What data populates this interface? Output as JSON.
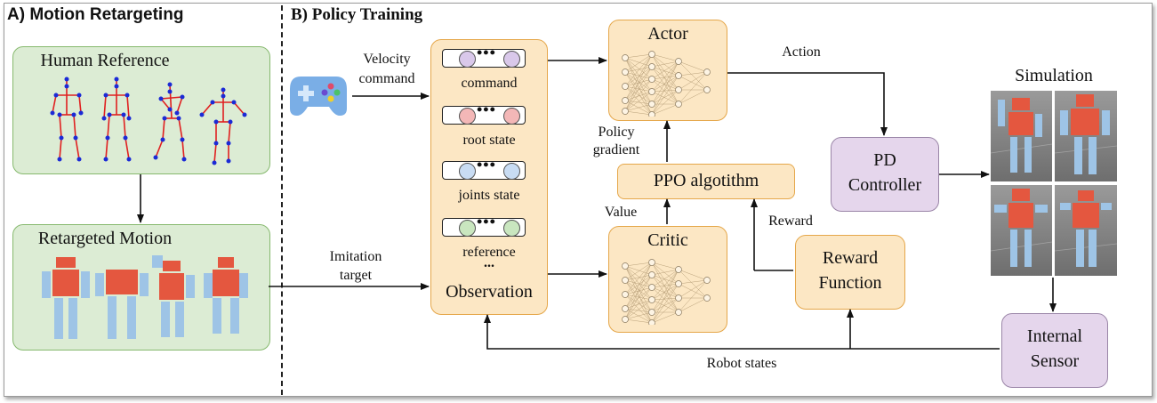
{
  "panel_a": {
    "title": "A) Motion Retargeting",
    "human_reference": "Human Reference",
    "retargeted_motion": "Retargeted Motion"
  },
  "panel_b": {
    "title": "B) Policy Training",
    "velocity_command": [
      "Velocity",
      "command"
    ],
    "imitation_target": [
      "Imitation",
      "target"
    ],
    "observation": {
      "slots": [
        {
          "label": "command",
          "color": "#d9c8ea"
        },
        {
          "label": "root state",
          "color": "#f3b7b7"
        },
        {
          "label": "joints state",
          "color": "#c8dcf3"
        },
        {
          "label": "reference",
          "color": "#c9e6bf"
        }
      ],
      "ellipsis": "...",
      "title": "Observation"
    },
    "actor": "Actor",
    "critic": "Critic",
    "ppo": "PPO algotithm",
    "policy_gradient": [
      "Policy",
      "gradient"
    ],
    "value": "Value",
    "reward": "Reward",
    "reward_function": [
      "Reward",
      "Function"
    ],
    "action": "Action",
    "pd_controller": [
      "PD",
      "Controller"
    ],
    "simulation": "Simulation",
    "internal_sensor": [
      "Internal",
      "Sensor"
    ],
    "robot_states": "Robot states"
  },
  "colors": {
    "green_fill": "#dcecd4",
    "orange_fill": "#fce7c4",
    "purple_fill": "#e5d6ec",
    "gamepad": "#7aaee6",
    "robot_red": "#e4573f",
    "robot_blue": "#9ec4e6",
    "skeleton_red": "#e02020",
    "skeleton_blue": "#1b2ad6"
  },
  "icons": [
    "gamepad-icon",
    "neural-network-icon",
    "human-skeleton-icon",
    "robot-icon"
  ]
}
